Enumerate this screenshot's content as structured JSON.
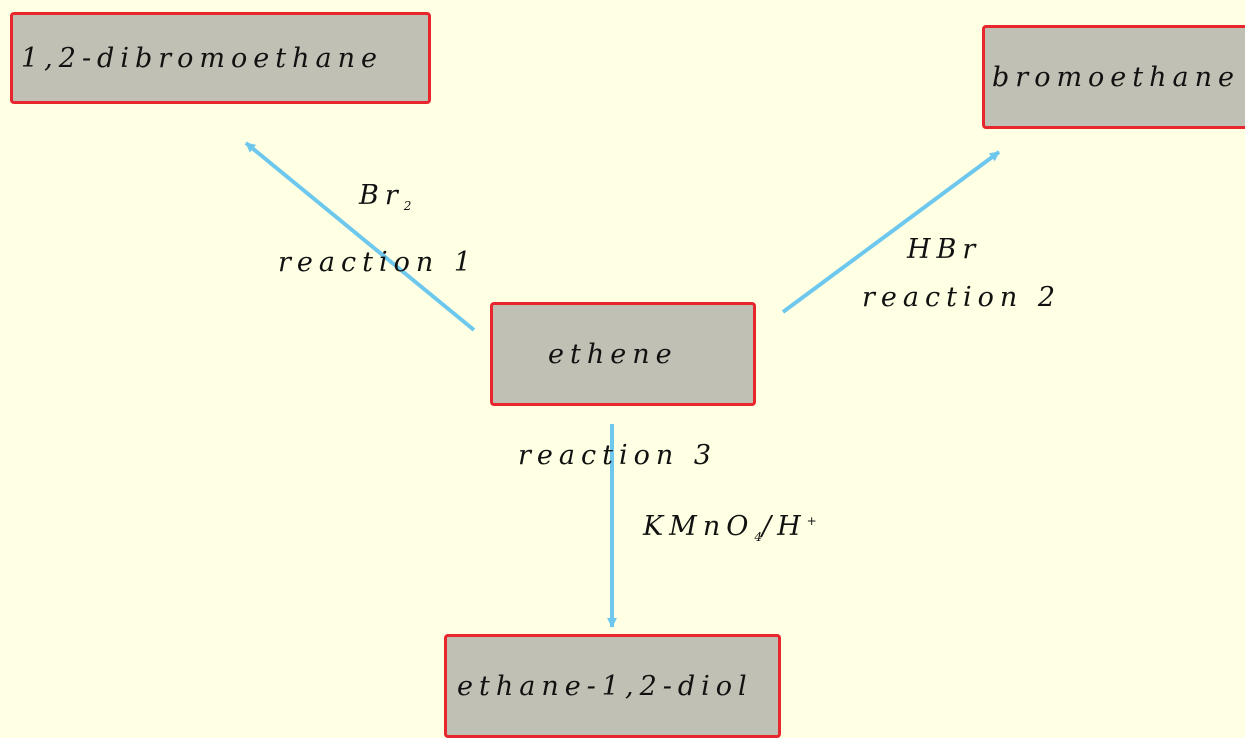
{
  "nodes": {
    "dibromoethane": "1,2-dibromoethane",
    "bromoethane": "bromoethane",
    "ethene": "ethene",
    "diol": "ethane-1,2-diol"
  },
  "reactions": {
    "r1": {
      "reagent_main": "Br",
      "reagent_sub": "2",
      "name": "reaction 1"
    },
    "r2": {
      "reagent": "HBr",
      "name": "reaction 2"
    },
    "r3": {
      "reagent_main": "KMnO",
      "reagent_sub": "4",
      "reagent_tail": "/H",
      "reagent_sup": "+",
      "name": "reaction 3"
    }
  },
  "colors": {
    "background": "#ffffe4",
    "box_fill": "#c1c0b4",
    "box_border": "#e8262d",
    "arrow": "#6ec8ee"
  }
}
